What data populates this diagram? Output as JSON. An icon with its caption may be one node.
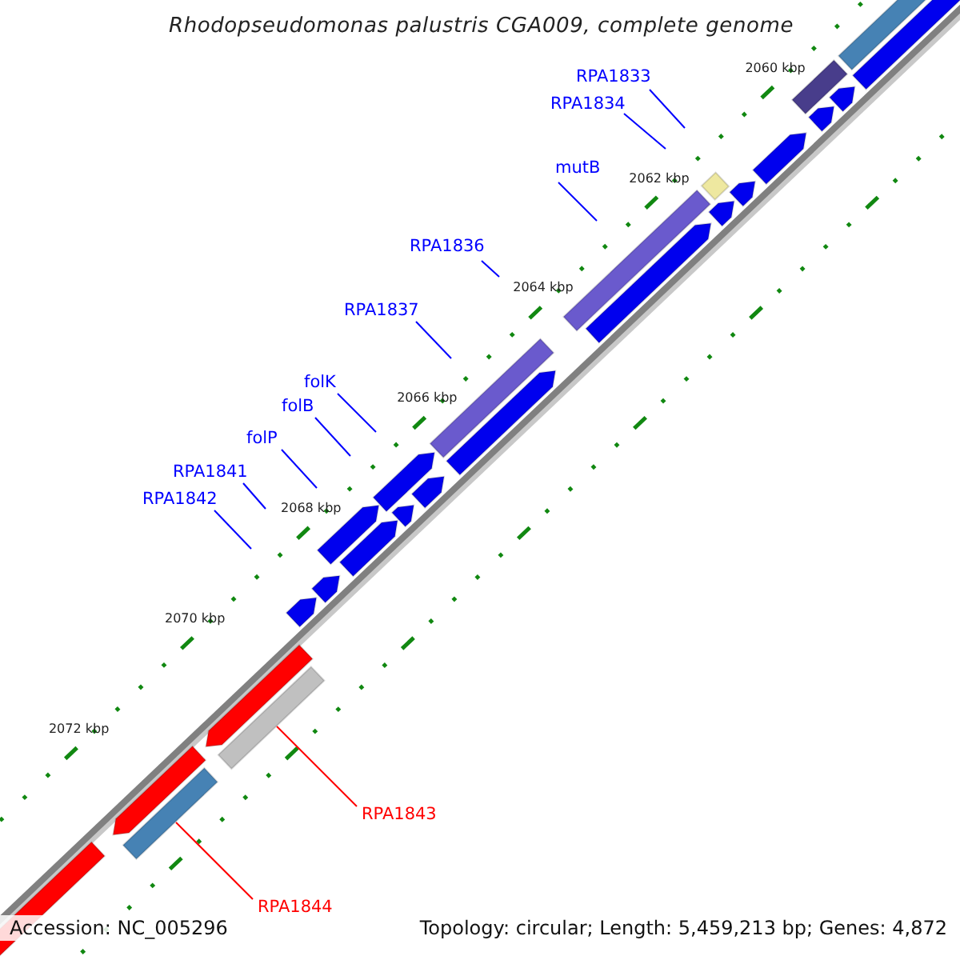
{
  "diagram": {
    "title": "Rhodopseudomonas palustris CGA009, complete genome",
    "nodes": [
      {
        "text": [
          "RPA1833"
        ]
      },
      {
        "text": [
          "RPA1834"
        ]
      },
      {
        "text": [
          "mutB"
        ]
      },
      {
        "text": [
          "RPA1836"
        ]
      },
      {
        "text": [
          "RPA1837"
        ]
      },
      {
        "text": [
          "folK"
        ]
      },
      {
        "text": [
          "folB"
        ]
      },
      {
        "text": [
          "folP"
        ]
      },
      {
        "text": [
          "RPA1841"
        ]
      },
      {
        "text": [
          "RPA1842"
        ]
      },
      {
        "text": [
          "RPA1843"
        ]
      },
      {
        "text": [
          "RPA1844"
        ]
      },
      {
        "text": [],
        "shape": "bar"
      },
      {
        "text": [],
        "shape": "bar"
      },
      {
        "text": [],
        "shape": "bar"
      }
    ],
    "edges": [
      {
        "from": 0,
        "to": null,
        "arrow": "none"
      },
      {
        "from": 1,
        "to": null,
        "arrow": "none"
      },
      {
        "from": 2,
        "to": null,
        "arrow": "none"
      },
      {
        "from": 3,
        "to": null,
        "arrow": "none"
      },
      {
        "from": 4,
        "to": null,
        "arrow": "none"
      },
      {
        "from": 5,
        "to": null,
        "arrow": "none"
      },
      {
        "from": 6,
        "to": null,
        "arrow": "none"
      },
      {
        "from": 7,
        "to": null,
        "arrow": "none"
      },
      {
        "from": 8,
        "to": null,
        "arrow": "none"
      },
      {
        "from": 9,
        "to": null,
        "arrow": "none"
      },
      {
        "from": 10,
        "to": 12,
        "arrow": "none",
        "color": "#ff0000"
      },
      {
        "from": 11,
        "to": 13,
        "arrow": "none",
        "color": "#ff0000"
      }
    ],
    "labels": [
      "2060 kbp",
      "2062 kbp",
      "2064 kbp",
      "2066 kbp",
      "2068 kbp",
      "2070 kbp",
      "2072 kbp",
      "Accession: NC_005296",
      "Topology: circular; Length: 5,459,213 bp; Genes: 4,872"
    ]
  }
}
